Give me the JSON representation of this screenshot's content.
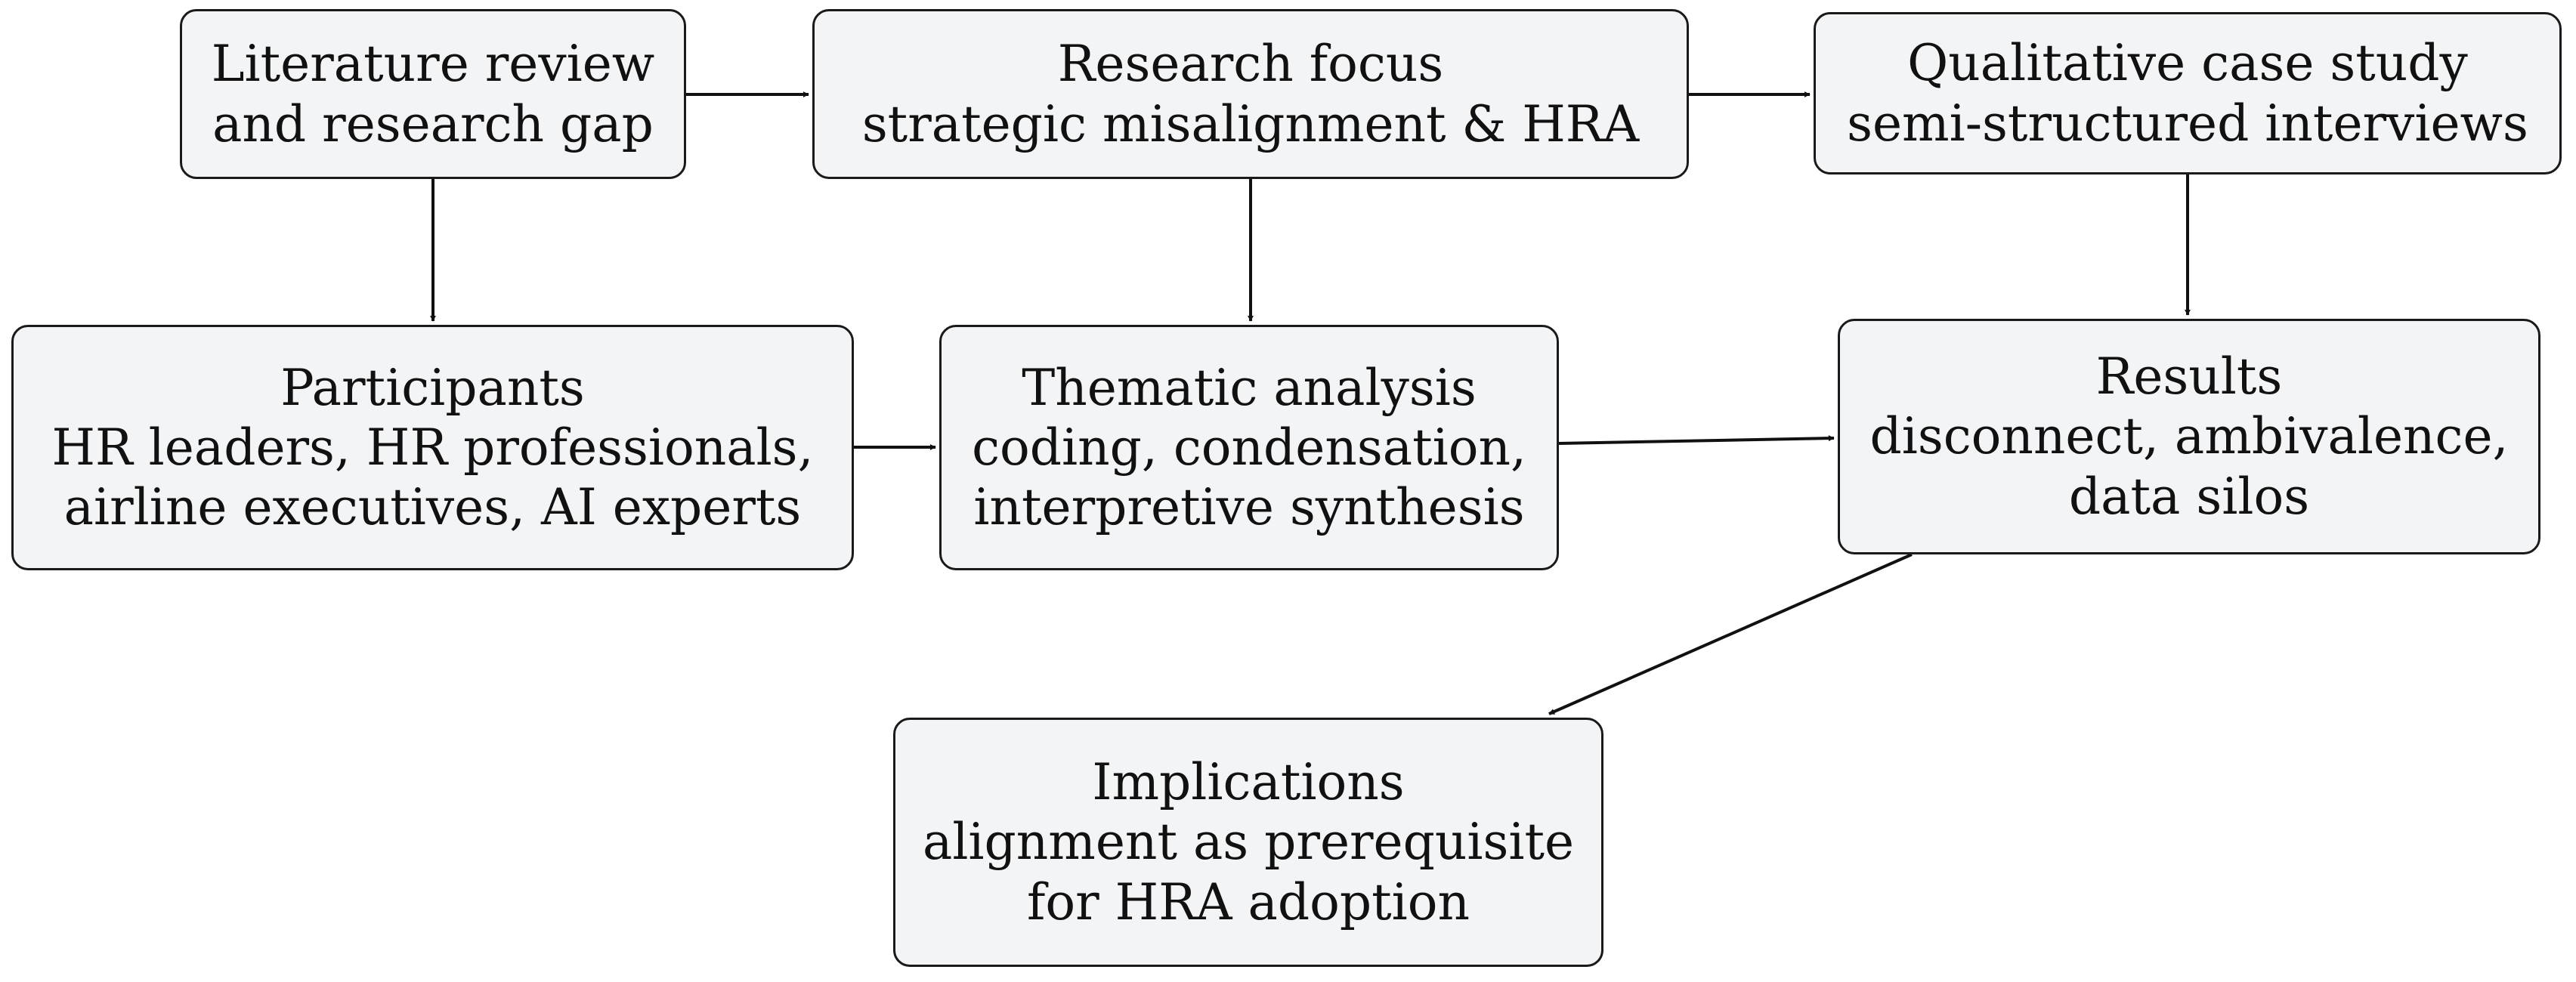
{
  "diagram": {
    "nodes": [
      {
        "id": "literature",
        "lines": [
          "Literature review",
          "and research gap"
        ]
      },
      {
        "id": "focus",
        "lines": [
          "Research focus",
          "strategic misalignment & HRA"
        ]
      },
      {
        "id": "case-study",
        "lines": [
          "Qualitative case study",
          "semi-structured interviews"
        ]
      },
      {
        "id": "participants",
        "lines": [
          "Participants",
          "HR leaders, HR professionals,",
          "airline executives, AI experts"
        ]
      },
      {
        "id": "thematic",
        "lines": [
          "Thematic analysis",
          "coding, condensation,",
          "interpretive synthesis"
        ]
      },
      {
        "id": "results",
        "lines": [
          "Results",
          "disconnect, ambivalence,",
          "data silos"
        ]
      },
      {
        "id": "implications",
        "lines": [
          "Implications",
          "alignment as prerequisite",
          "for HRA adoption"
        ]
      }
    ],
    "edges": [
      {
        "from": "literature",
        "to": "focus"
      },
      {
        "from": "focus",
        "to": "case-study"
      },
      {
        "from": "literature",
        "to": "participants"
      },
      {
        "from": "focus",
        "to": "thematic"
      },
      {
        "from": "case-study",
        "to": "results"
      },
      {
        "from": "participants",
        "to": "thematic"
      },
      {
        "from": "thematic",
        "to": "results"
      },
      {
        "from": "results",
        "to": "implications"
      }
    ],
    "colors": {
      "node_fill": "#f2f4f6",
      "node_border": "#1a1a1a",
      "arrow": "#111111",
      "text": "#111111"
    }
  }
}
